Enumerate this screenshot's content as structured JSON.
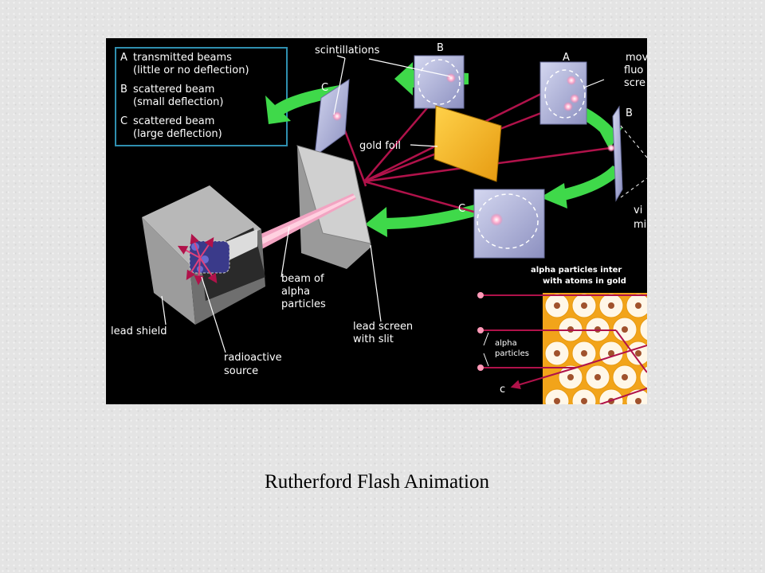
{
  "legend": {
    "a_letter": "A",
    "a_line1": "transmitted beams",
    "a_line2": "(little or no deflection)",
    "b_letter": "B",
    "b_line1": "scattered beam",
    "b_line2": "(small deflection)",
    "c_letter": "C",
    "c_line1": "scattered beam",
    "c_line2": "(large deflection)"
  },
  "labels": {
    "scintillations": "scintillations",
    "gold_foil": "gold foil",
    "moving_screen_1": "mov",
    "moving_screen_2": "fluo",
    "moving_screen_3": "scre",
    "viewing_1": "vi",
    "viewing_2": "mi",
    "beam_1": "beam of",
    "beam_2": "alpha",
    "beam_3": "particles",
    "lead_shield": "lead shield",
    "lead_screen_1": "lead screen",
    "lead_screen_2": "with slit",
    "source_1": "radioactive",
    "source_2": "source",
    "screen_top_left": "C",
    "screen_top_mid": "B",
    "screen_top_right": "A",
    "screen_right": "B",
    "screen_bottom": "C",
    "inset_title_1": "alpha particles inter",
    "inset_title_2": "with atoms in gold",
    "inset_alpha_1": "alpha",
    "inset_alpha_2": "particles",
    "inset_c": "c"
  },
  "caption": "Rutherford Flash Animation",
  "colors": {
    "legend_border": "#2f8fb0",
    "arrow": "#3fd94a",
    "foil": "#f2b51d",
    "beam": "#b0124a",
    "nucleus": "#a0522d",
    "screen": "#b8bde0"
  }
}
